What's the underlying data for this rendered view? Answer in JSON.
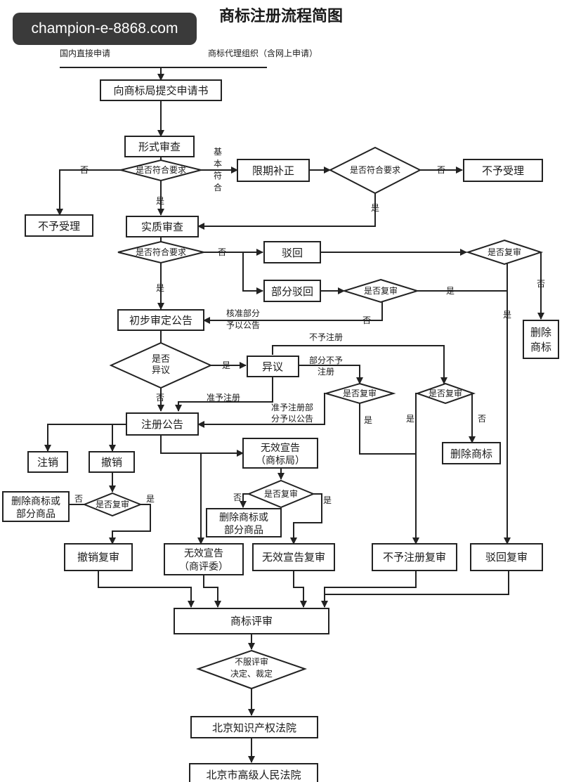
{
  "watermark": "champion-e-8868.com",
  "title": "商标注册流程简图",
  "sources": {
    "domestic": "国内直接申请",
    "agency": "商标代理组织（含网上申请）"
  },
  "nodes": {
    "submit": "向商标局提交申请书",
    "formal_exam": "形式审查",
    "q_meets_1": "是否符合要求",
    "reject_left": "不予受理",
    "basic_meets": [
      "基",
      "本",
      "符",
      "合"
    ],
    "correct": "限期补正",
    "q_meets_2": "是否符合要求",
    "reject_right": "不予受理",
    "substantive": "实质审查",
    "q_meets_3": "是否符合要求",
    "refuse": "驳回",
    "partial_refuse": "部分驳回",
    "q_review_1": "是否复审",
    "q_review_top": "是否复审",
    "delete_mark_1": [
      "删除",
      "商标"
    ],
    "prelim": "初步审定公告",
    "approve_part": [
      "核准部分",
      "予以公告"
    ],
    "q_objection": [
      "是否",
      "异议"
    ],
    "objection": "异议",
    "not_register": "不予注册",
    "partial_not": [
      "部分不予",
      "注册"
    ],
    "q_review_2": "是否复审",
    "q_review_3": "是否复审",
    "delete_mark_2": "删除商标",
    "allow_register": "准予注册",
    "allow_partial": [
      "准予注册部",
      "分予以公告"
    ],
    "reg_announce": "注册公告",
    "cancel_reg": "注销",
    "revoke": "撤销",
    "invalid_office": [
      "无效宣告",
      "（商标局）"
    ],
    "q_review_4": "是否复审",
    "q_review_5": "是否复审",
    "delete_partial_1": [
      "删除商标或",
      "部分商品"
    ],
    "delete_partial_2": [
      "删除商标或",
      "部分商品"
    ],
    "revoke_review": "撤销复审",
    "invalid_board": [
      "无效宣告",
      "（商评委）"
    ],
    "invalid_review": "无效宣告复审",
    "not_reg_review": "不予注册复审",
    "refuse_review": "驳回复审",
    "tm_review": "商标评审",
    "q_dissatisfied": [
      "不服评审",
      "决定、裁定"
    ],
    "court_ip": "北京知识产权法院",
    "court_high": "北京市高级人民法院"
  },
  "labels": {
    "yes": "是",
    "no": "否"
  }
}
